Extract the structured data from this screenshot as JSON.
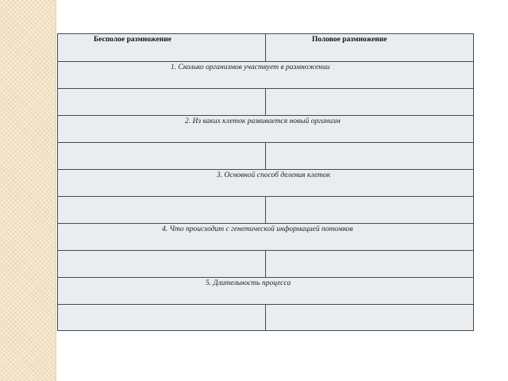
{
  "table": {
    "headers": {
      "asexual": "Бесполое размножение",
      "sexual": "Половое размножение"
    },
    "questions": [
      "1.  Сколько организмов участвует в размножении",
      "2.  Из каких клеток развивается новый организм",
      "3.  Основной способ деления клеток",
      "4. Что происходит с генетической информацией потомков",
      "5. Длительность процесса"
    ]
  }
}
